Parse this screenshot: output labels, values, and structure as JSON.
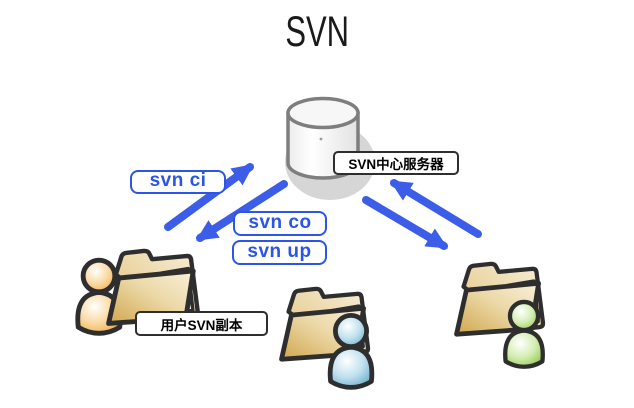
{
  "title": "SVN",
  "server": {
    "label": "SVN中心服务器",
    "icon": "database-cylinder-icon"
  },
  "left_client": {
    "label": "用户SVN副本",
    "icon": "folder-with-user-icon",
    "person_color_name": "orange"
  },
  "middle_client": {
    "icon": "folder-with-user-icon",
    "person_color_name": "blue"
  },
  "right_client": {
    "icon": "folder-with-user-icon",
    "person_color_name": "green"
  },
  "commands": {
    "ci": "svn ci",
    "co": "svn co",
    "up": "svn up"
  },
  "arrows": [
    {
      "name": "left-client-to-server",
      "meaning": "svn ci (commit)"
    },
    {
      "name": "server-to-left-client",
      "meaning": "svn co / svn up"
    },
    {
      "name": "right-client-to-server",
      "meaning": "commit"
    },
    {
      "name": "server-to-right-client",
      "meaning": "checkout / update"
    }
  ],
  "colors": {
    "arrow": "#3b5de7",
    "command": "#2b55e6",
    "outline": "#2e2e2e",
    "cylinder_stroke": "#7e7e7e",
    "shadow": "#d6d6d6",
    "folder_dark": "#d1a74f",
    "folder_light": "#f8f0da",
    "person_orange": "#eda53c",
    "person_blue": "#5fa4c4",
    "person_green": "#86c440",
    "title_color": "#1a1a1a"
  }
}
